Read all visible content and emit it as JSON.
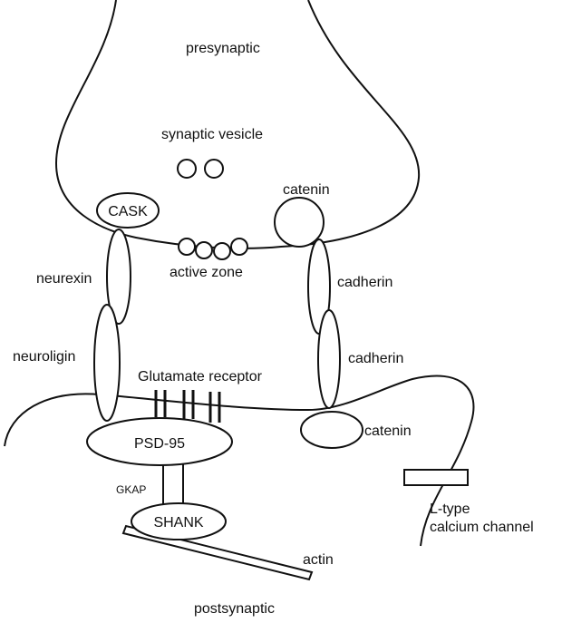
{
  "labels": {
    "presynaptic": "presynaptic",
    "synaptic_vesicle": "synaptic vesicle",
    "cask": "CASK",
    "catenin_pre": "catenin",
    "neurexin": "neurexin",
    "active_zone": "active zone",
    "cadherin_upper": "cadherin",
    "neuroligin": "neuroligin",
    "cadherin_lower": "cadherin",
    "glutamate_receptor": "Glutamate receptor",
    "catenin_post": "catenin",
    "psd95": "PSD-95",
    "gkap": "GKAP",
    "shank": "SHANK",
    "l_type": "L-type",
    "calcium_channel": "calcium channel",
    "actin": "actin",
    "postsynaptic": "postsynaptic"
  }
}
